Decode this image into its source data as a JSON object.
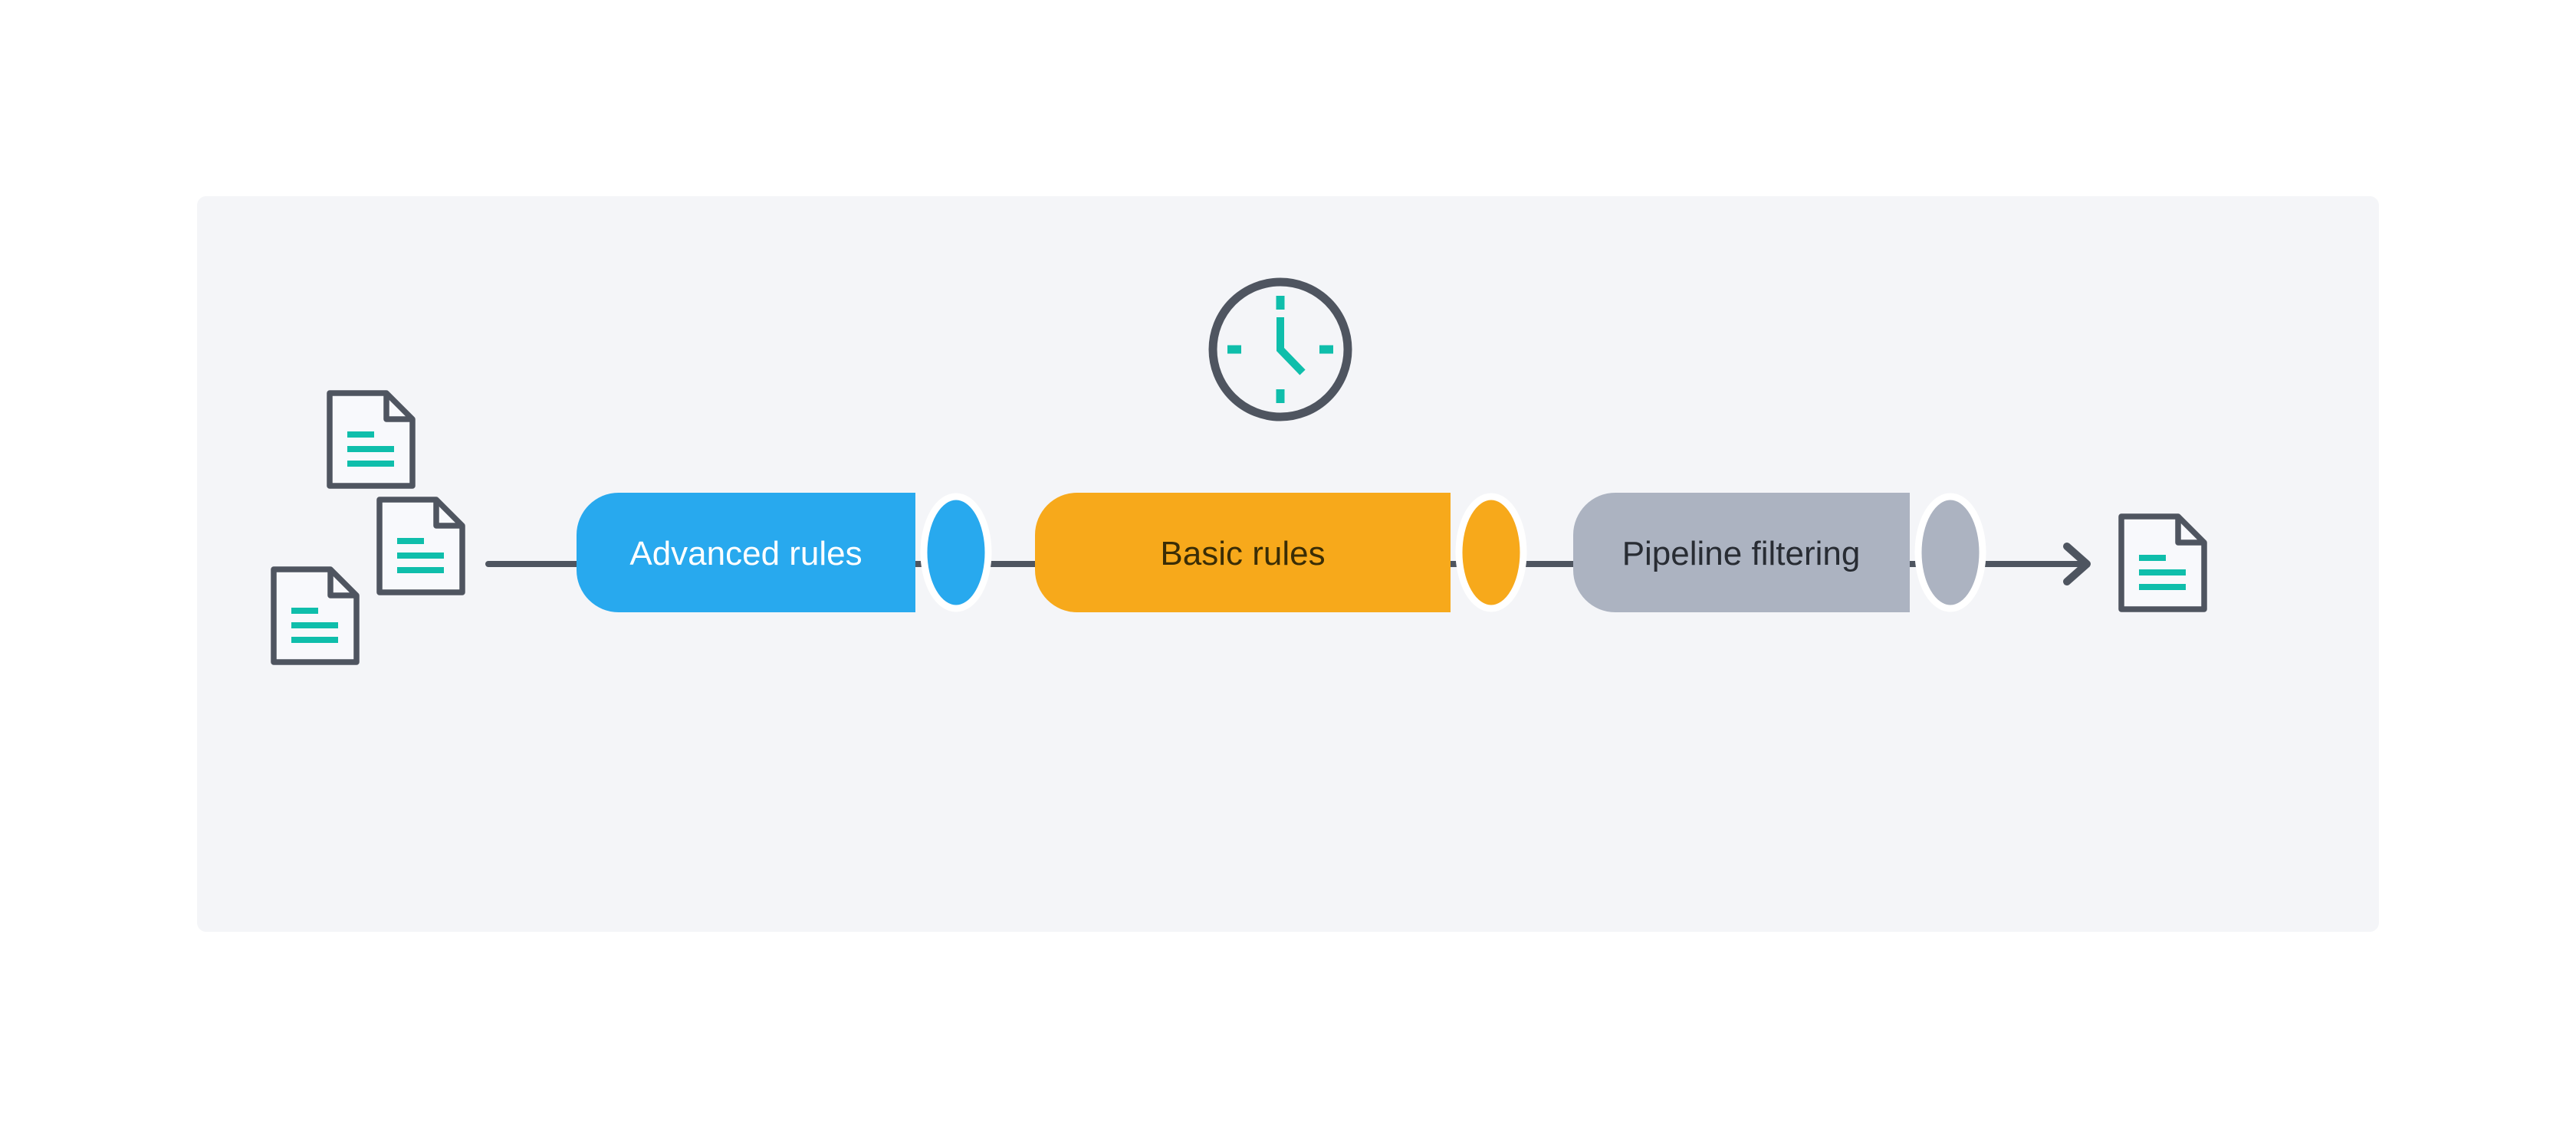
{
  "diagram": {
    "stages": [
      {
        "label": "Advanced rules",
        "fill": "#28A9EE",
        "text_color": "#FFFFFF"
      },
      {
        "label": "Basic rules",
        "fill": "#F7A91B",
        "text_color": "#3A2D06"
      },
      {
        "label": "Pipeline filtering",
        "fill": "#ACB3C1",
        "text_color": "#282C33"
      }
    ],
    "input_document_count": 3,
    "output_document_count": 1
  },
  "icons": {
    "clock": "clock-icon",
    "document": "document-icon",
    "arrow": "arrow-right-icon"
  },
  "colors": {
    "page_background": "#FFFFFF",
    "panel_background": "#F4F5F8",
    "stroke_dark": "#4E5560",
    "teal": "#0FBEAB",
    "cap_ring": "#FFFFFF"
  }
}
